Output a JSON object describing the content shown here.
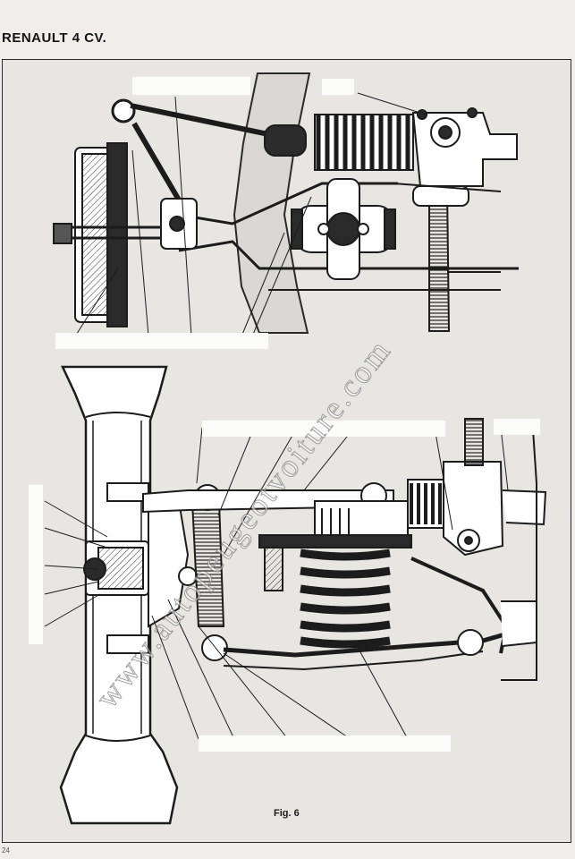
{
  "header": {
    "title": "RENAULT 4 CV."
  },
  "figure": {
    "caption": "Fig. 6"
  },
  "watermark": {
    "text": "www.autopeugeotvoiture.com"
  },
  "footer": {
    "page_number": "24"
  }
}
